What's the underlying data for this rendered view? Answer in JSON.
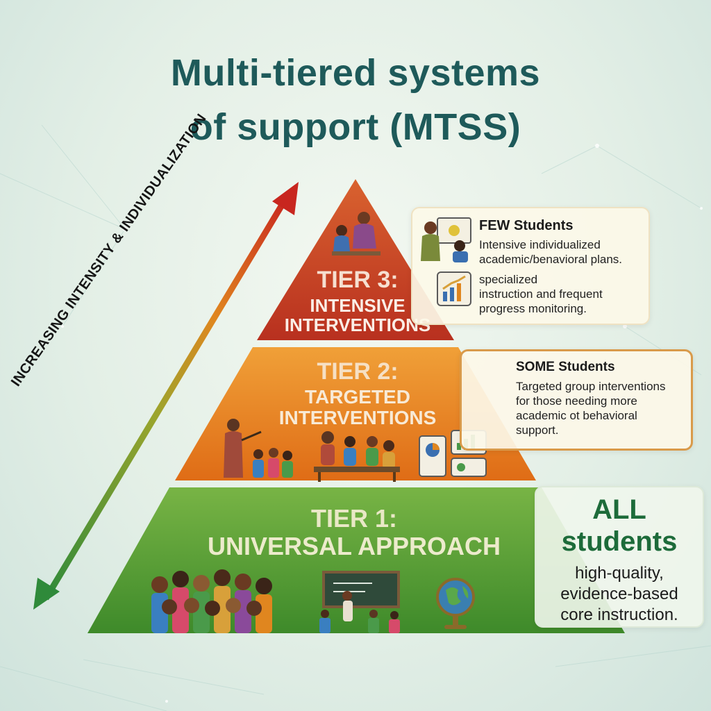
{
  "title": {
    "line1": "Multi-tiered systems",
    "line2": "of support (MTSS)"
  },
  "axis_label": "INCREASING INTENSITY & INDIVIDUALIZATION",
  "tiers": {
    "tier3": {
      "name": "TIER 3:",
      "desc_line1": "INTENSIVE",
      "desc_line2": "INTERVENTIONS",
      "color": "#c13a27"
    },
    "tier2": {
      "name": "TIER 2:",
      "desc_line1": "TARGETED",
      "desc_line2": "INTERVENTIONS",
      "color": "#e2781d"
    },
    "tier1": {
      "name": "TIER 1:",
      "desc": "UNIVERSAL APPROACH",
      "color": "#5a9b35"
    }
  },
  "cards": {
    "few": {
      "heading": "FEW Students",
      "lines": [
        "Intensive individualized",
        "academic/benavioral plans.",
        "specialized",
        "instruction and frequent",
        "progress monitoring."
      ]
    },
    "some": {
      "heading": "SOME Students",
      "lines": [
        "Targeted group interventions",
        "for those needing more",
        "academic ot behavioral",
        "support."
      ]
    },
    "all": {
      "heading_line1": "ALL",
      "heading_line2": "students",
      "lines": [
        "high-quality,",
        "evidence-based",
        "core instruction."
      ]
    }
  },
  "icons": {
    "tier3": [
      "teacher-student-icon"
    ],
    "tier2": [
      "teacher-small-group-icon",
      "group-table-icon",
      "data-charts-icon"
    ],
    "tier1": [
      "student-crowd-icon",
      "classroom-board-icon",
      "globe-icon"
    ],
    "few_card": [
      "one-on-one-icon",
      "progress-chart-icon"
    ]
  }
}
